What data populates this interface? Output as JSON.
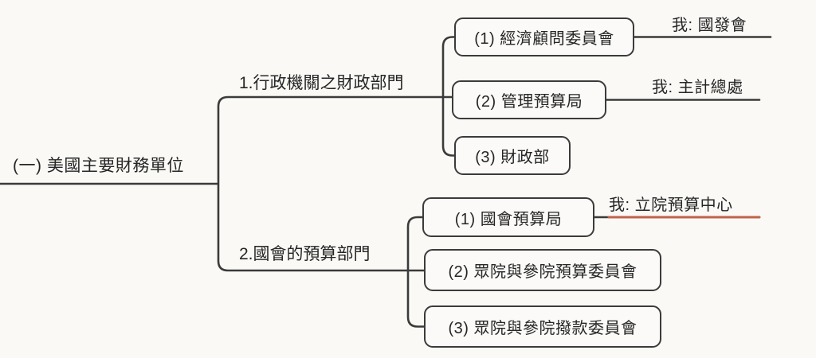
{
  "diagram": {
    "type": "mindmap",
    "root": {
      "label": "(一) 美國主要財務單位"
    },
    "branches": [
      {
        "label": "1.行政機關之財政部門",
        "children": [
          {
            "label": "(1) 經濟顧問委員會",
            "note": "我: 國發會"
          },
          {
            "label": "(2) 管理預算局",
            "note": "我: 主計總處"
          },
          {
            "label": "(3) 財政部",
            "note": ""
          }
        ]
      },
      {
        "label": "2.國會的預算部門",
        "children": [
          {
            "label": "(1) 國會預算局",
            "note": "我: 立院預算中心",
            "note_line_highlighted": true
          },
          {
            "label": "(2) 眾院與參院預算委員會",
            "note": ""
          },
          {
            "label": "(3) 眾院與參院撥款委員會",
            "note": ""
          }
        ]
      }
    ],
    "colors": {
      "background": "#faf9f6",
      "connector_line": "#3b3b3b",
      "text": "#262626",
      "node_border": "#3b3b3b",
      "node_fill": "#fbfaf8",
      "highlight_note_line": "#c0634a"
    }
  }
}
